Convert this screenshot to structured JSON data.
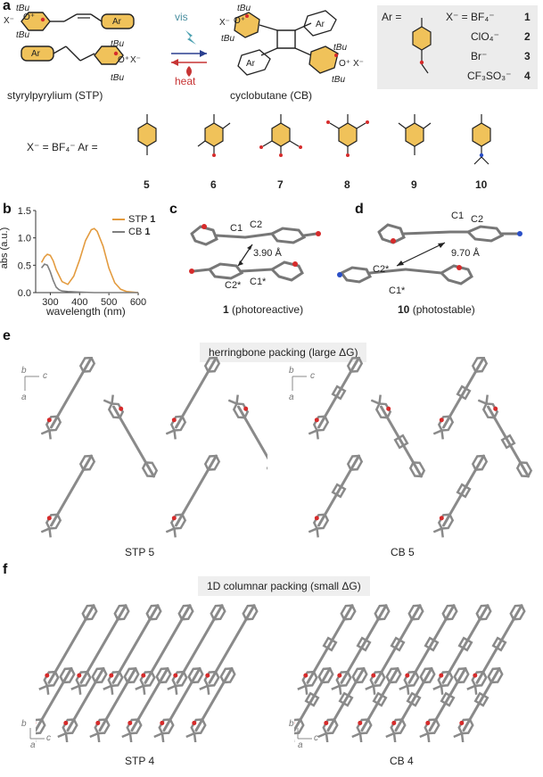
{
  "panels": {
    "a": {
      "letter": "a",
      "stp_label": "styrylpyrylium (STP)",
      "cb_label": "cyclobutane (CB)",
      "vis_label": "vis",
      "heat_label": "heat",
      "tbu": "tBu",
      "ar": "Ar",
      "x_minus": "X⁻",
      "o_plus": "O⁺",
      "legend": {
        "ar_eq": "Ar =",
        "x_eq": "X⁻ = BF₄⁻",
        "anions": [
          "ClO₄⁻",
          "Br⁻",
          "CF₃SO₃⁻"
        ],
        "numbers": [
          "1",
          "2",
          "3",
          "4"
        ]
      },
      "series_header": "X⁻ = BF₄⁻  Ar =",
      "compounds": [
        "5",
        "6",
        "7",
        "8",
        "9",
        "10"
      ]
    },
    "b": {
      "letter": "b",
      "chart_title": "",
      "ylabel": "abs (a.u.)",
      "xlabel": "wavelength (nm)",
      "legend": [
        {
          "name": "STP",
          "num": "1",
          "color": "#e39b3f"
        },
        {
          "name": "CB",
          "num": "1",
          "color": "#7f7f7f"
        }
      ]
    },
    "c": {
      "letter": "c",
      "distance": "3.90 Å",
      "atoms": [
        "C1",
        "C2",
        "C2*",
        "C1*"
      ],
      "caption_num": "1",
      "caption_text": "(photoreactive)"
    },
    "d": {
      "letter": "d",
      "distance": "9.70 Å",
      "atoms": [
        "C1",
        "C2",
        "C2*",
        "C1*"
      ],
      "caption_num": "10",
      "caption_text": "(photostable)"
    },
    "e": {
      "letter": "e",
      "banner": "herringbone packing (large ΔG)",
      "axes": [
        "b",
        "c",
        "a"
      ],
      "left_caption": "STP 5",
      "right_caption": "CB 5"
    },
    "f": {
      "letter": "f",
      "banner": "1D columnar packing (small ΔG)",
      "axes": [
        "b",
        "c",
        "a"
      ],
      "left_caption": "STP 4",
      "right_caption": "CB 4"
    }
  },
  "chart_data": {
    "type": "line",
    "title": "",
    "xlabel": "wavelength (nm)",
    "ylabel": "abs (a.u.)",
    "xlim": [
      250,
      600
    ],
    "ylim": [
      0,
      1.5
    ],
    "xticks": [
      300,
      400,
      500,
      600
    ],
    "yticks": [
      0.0,
      0.5,
      1.0,
      1.5
    ],
    "series": [
      {
        "name": "STP 1",
        "color": "#e39b3f",
        "x": [
          270,
          280,
          290,
          300,
          310,
          320,
          340,
          360,
          380,
          400,
          420,
          440,
          450,
          460,
          480,
          500,
          520,
          540,
          560,
          580,
          600
        ],
        "y": [
          0.55,
          0.65,
          0.7,
          0.68,
          0.58,
          0.42,
          0.2,
          0.15,
          0.3,
          0.6,
          0.95,
          1.15,
          1.17,
          1.12,
          0.85,
          0.45,
          0.18,
          0.06,
          0.02,
          0.01,
          0.0
        ]
      },
      {
        "name": "CB 1",
        "color": "#7f7f7f",
        "x": [
          270,
          280,
          290,
          300,
          310,
          320,
          330,
          340,
          360,
          400,
          450,
          500,
          550,
          600
        ],
        "y": [
          0.45,
          0.52,
          0.5,
          0.38,
          0.22,
          0.1,
          0.05,
          0.03,
          0.02,
          0.01,
          0.0,
          0.0,
          0.0,
          0.0
        ]
      }
    ]
  }
}
